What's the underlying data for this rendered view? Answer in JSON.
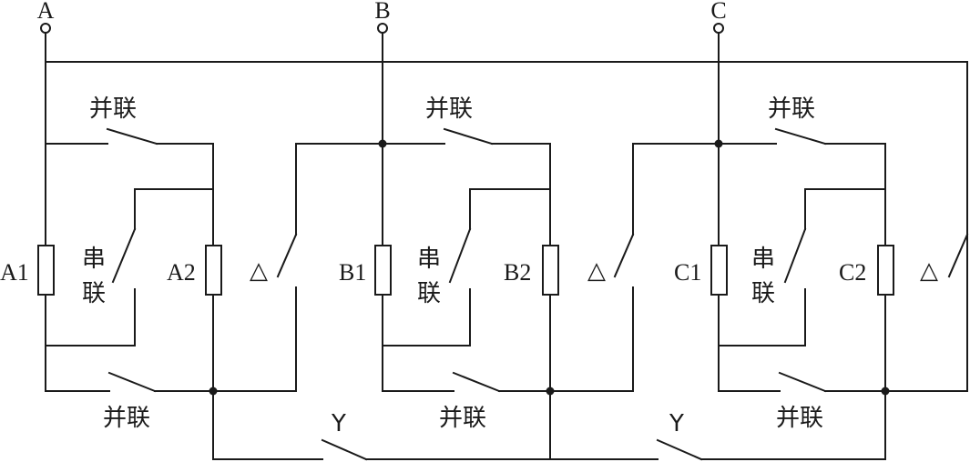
{
  "terminals": [
    "A",
    "B",
    "C"
  ],
  "windings": [
    "A1",
    "A2",
    "B1",
    "B2",
    "C1",
    "C2"
  ],
  "labels": {
    "parallel": "并联",
    "series_top": "串",
    "series_bottom": "联",
    "delta": "△",
    "wye": "Y"
  }
}
